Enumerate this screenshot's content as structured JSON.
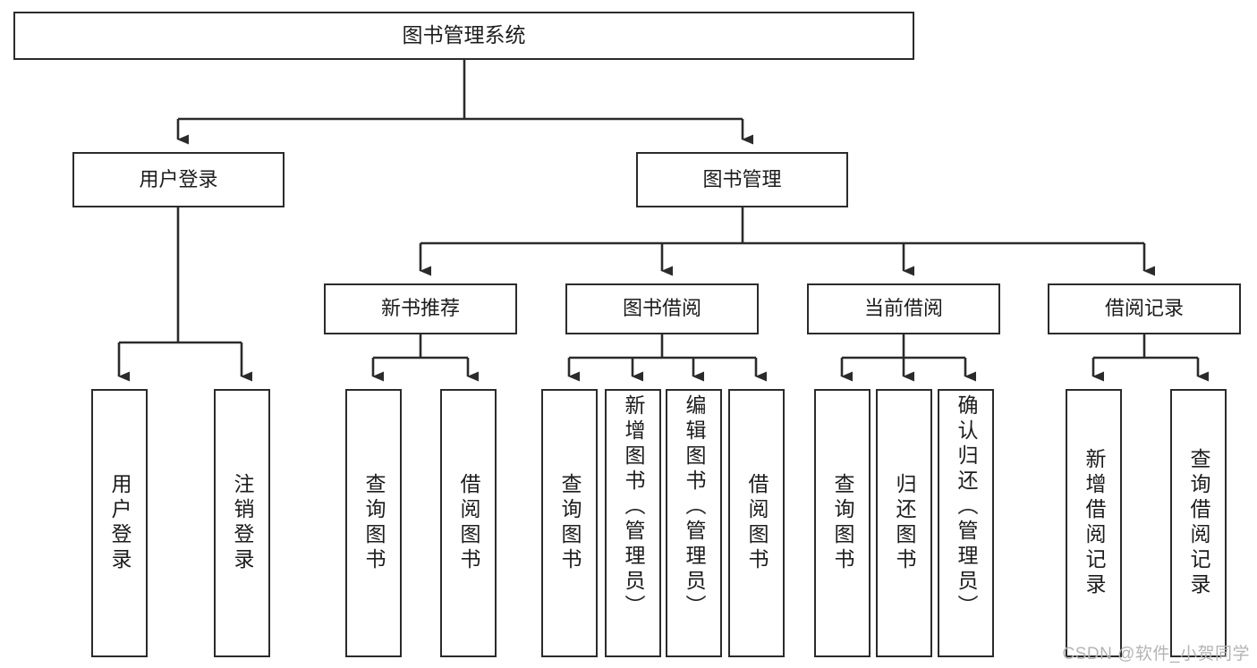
{
  "diagram": {
    "title": "图书管理系统",
    "type": "tree-hierarchy",
    "watermark": "CSDN @软件_小贺同学",
    "colors": {
      "stroke": "#2b2b2b",
      "text": "#1c1c1c",
      "background": "#ffffff",
      "watermark": "#b4b4b4"
    },
    "nodes": {
      "root": {
        "label": "图书管理系统"
      },
      "level2": [
        {
          "id": "user-login",
          "label": "用户登录"
        },
        {
          "id": "book-management",
          "label": "图书管理"
        }
      ],
      "level3": [
        {
          "id": "new-book-recommend",
          "label": "新书推荐"
        },
        {
          "id": "book-borrow",
          "label": "图书借阅"
        },
        {
          "id": "current-borrow",
          "label": "当前借阅"
        },
        {
          "id": "borrow-record",
          "label": "借阅记录"
        }
      ],
      "leaves": {
        "user-login": [
          {
            "id": "login",
            "label": "用户登录"
          },
          {
            "id": "logout",
            "label": "注销登录"
          }
        ],
        "new-book-recommend": [
          {
            "id": "query-book-1",
            "label": "查询图书"
          },
          {
            "id": "borrow-book-1",
            "label": "借阅图书"
          }
        ],
        "book-borrow": [
          {
            "id": "query-book-2",
            "label": "查询图书"
          },
          {
            "id": "add-book",
            "label": "新增图书（管理员）"
          },
          {
            "id": "edit-book",
            "label": "编辑图书（管理员）"
          },
          {
            "id": "borrow-book-2",
            "label": "借阅图书"
          }
        ],
        "current-borrow": [
          {
            "id": "query-book-3",
            "label": "查询图书"
          },
          {
            "id": "return-book",
            "label": "归还图书"
          },
          {
            "id": "confirm-return",
            "label": "确认归还（管理员）"
          }
        ],
        "borrow-record": [
          {
            "id": "add-borrow-record",
            "label": "新增借阅记录"
          },
          {
            "id": "query-borrow-record",
            "label": "查询借阅记录"
          }
        ]
      }
    }
  }
}
